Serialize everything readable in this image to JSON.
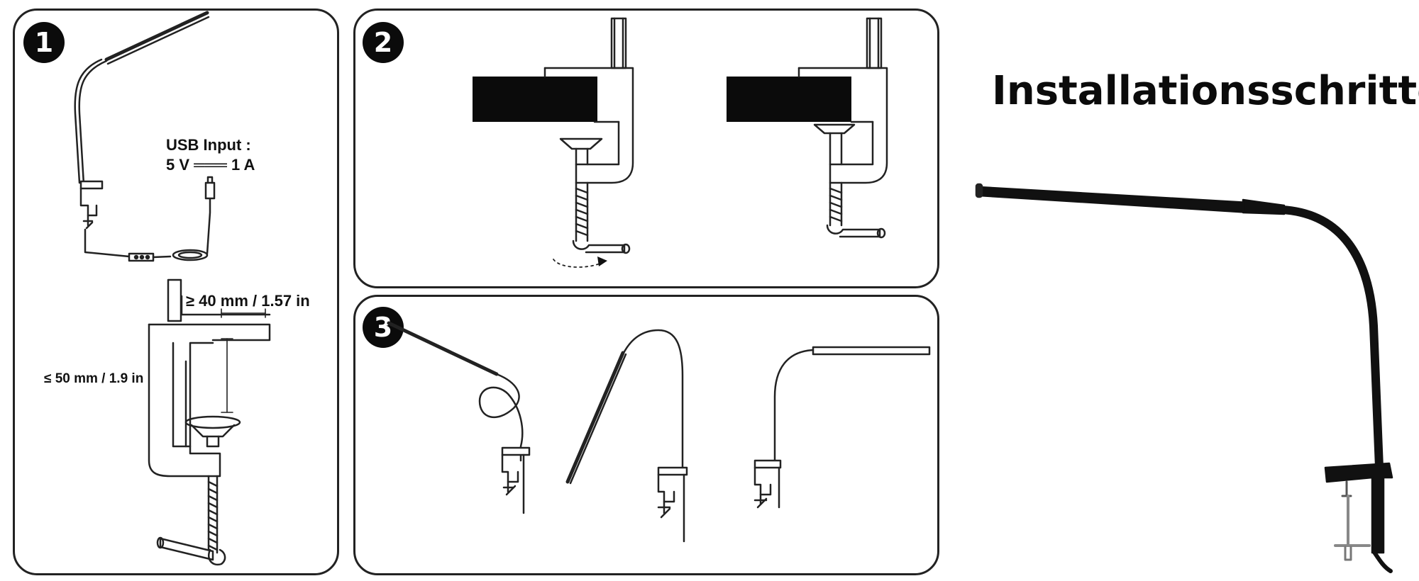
{
  "title": "Installationsschritte",
  "steps": [
    {
      "number": "1"
    },
    {
      "number": "2"
    },
    {
      "number": "3"
    }
  ],
  "step1": {
    "usb_label": "USB Input :",
    "usb_spec": "5 V ═══ 1 A",
    "min_thickness": "≥ 40 mm / 1.57 in",
    "max_thickness": "≤ 50 mm / 1.9   in"
  },
  "colors": {
    "line": "#222222",
    "fill_dark": "#0b0b0b",
    "badge": "#0b0b0b"
  },
  "icons": [
    "usb-cable-icon",
    "inline-switch-icon",
    "rotate-arrow-icon"
  ]
}
